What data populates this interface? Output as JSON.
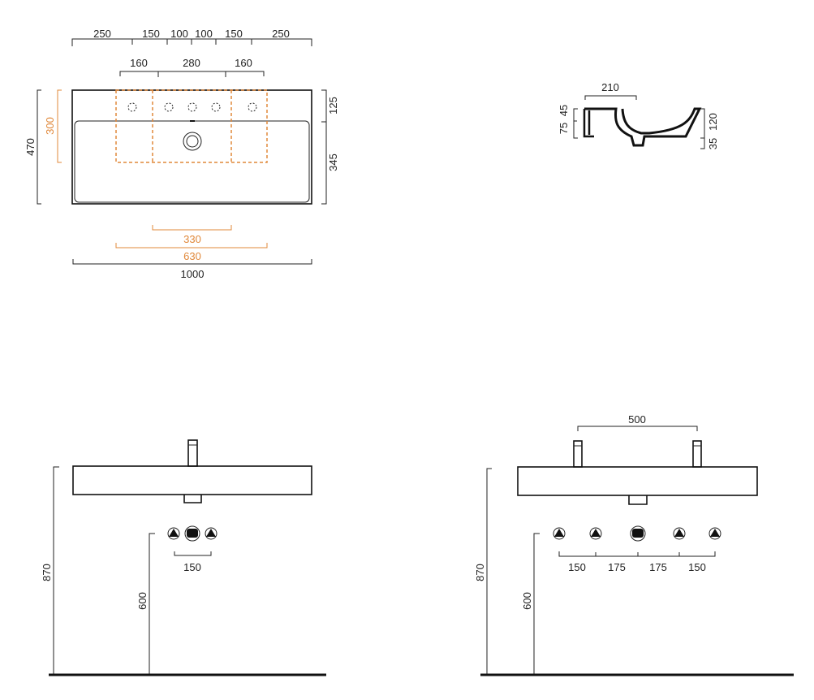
{
  "top_view": {
    "top_dims": [
      "250",
      "150",
      "100",
      "100",
      "150",
      "250"
    ],
    "hole_dims": [
      "160",
      "280",
      "160"
    ],
    "depth_total": "470",
    "depth_orange": "300",
    "right_dims": [
      "125",
      "345"
    ],
    "bottom_orange": [
      "330",
      "630"
    ],
    "width_total": "1000"
  },
  "side_view": {
    "top_dim": "210",
    "left_dims": [
      "75",
      "45"
    ],
    "right_dims": [
      "120",
      "35"
    ]
  },
  "front_single": {
    "height_total": "870",
    "height_outlet": "600",
    "outlet_spacing": "150"
  },
  "front_double": {
    "tap_spacing": "500",
    "height_total": "870",
    "height_outlet": "600",
    "outlet_spacings": [
      "150",
      "175",
      "175",
      "150"
    ]
  },
  "colors": {
    "line": "#222222",
    "accent": "#e0883a"
  }
}
